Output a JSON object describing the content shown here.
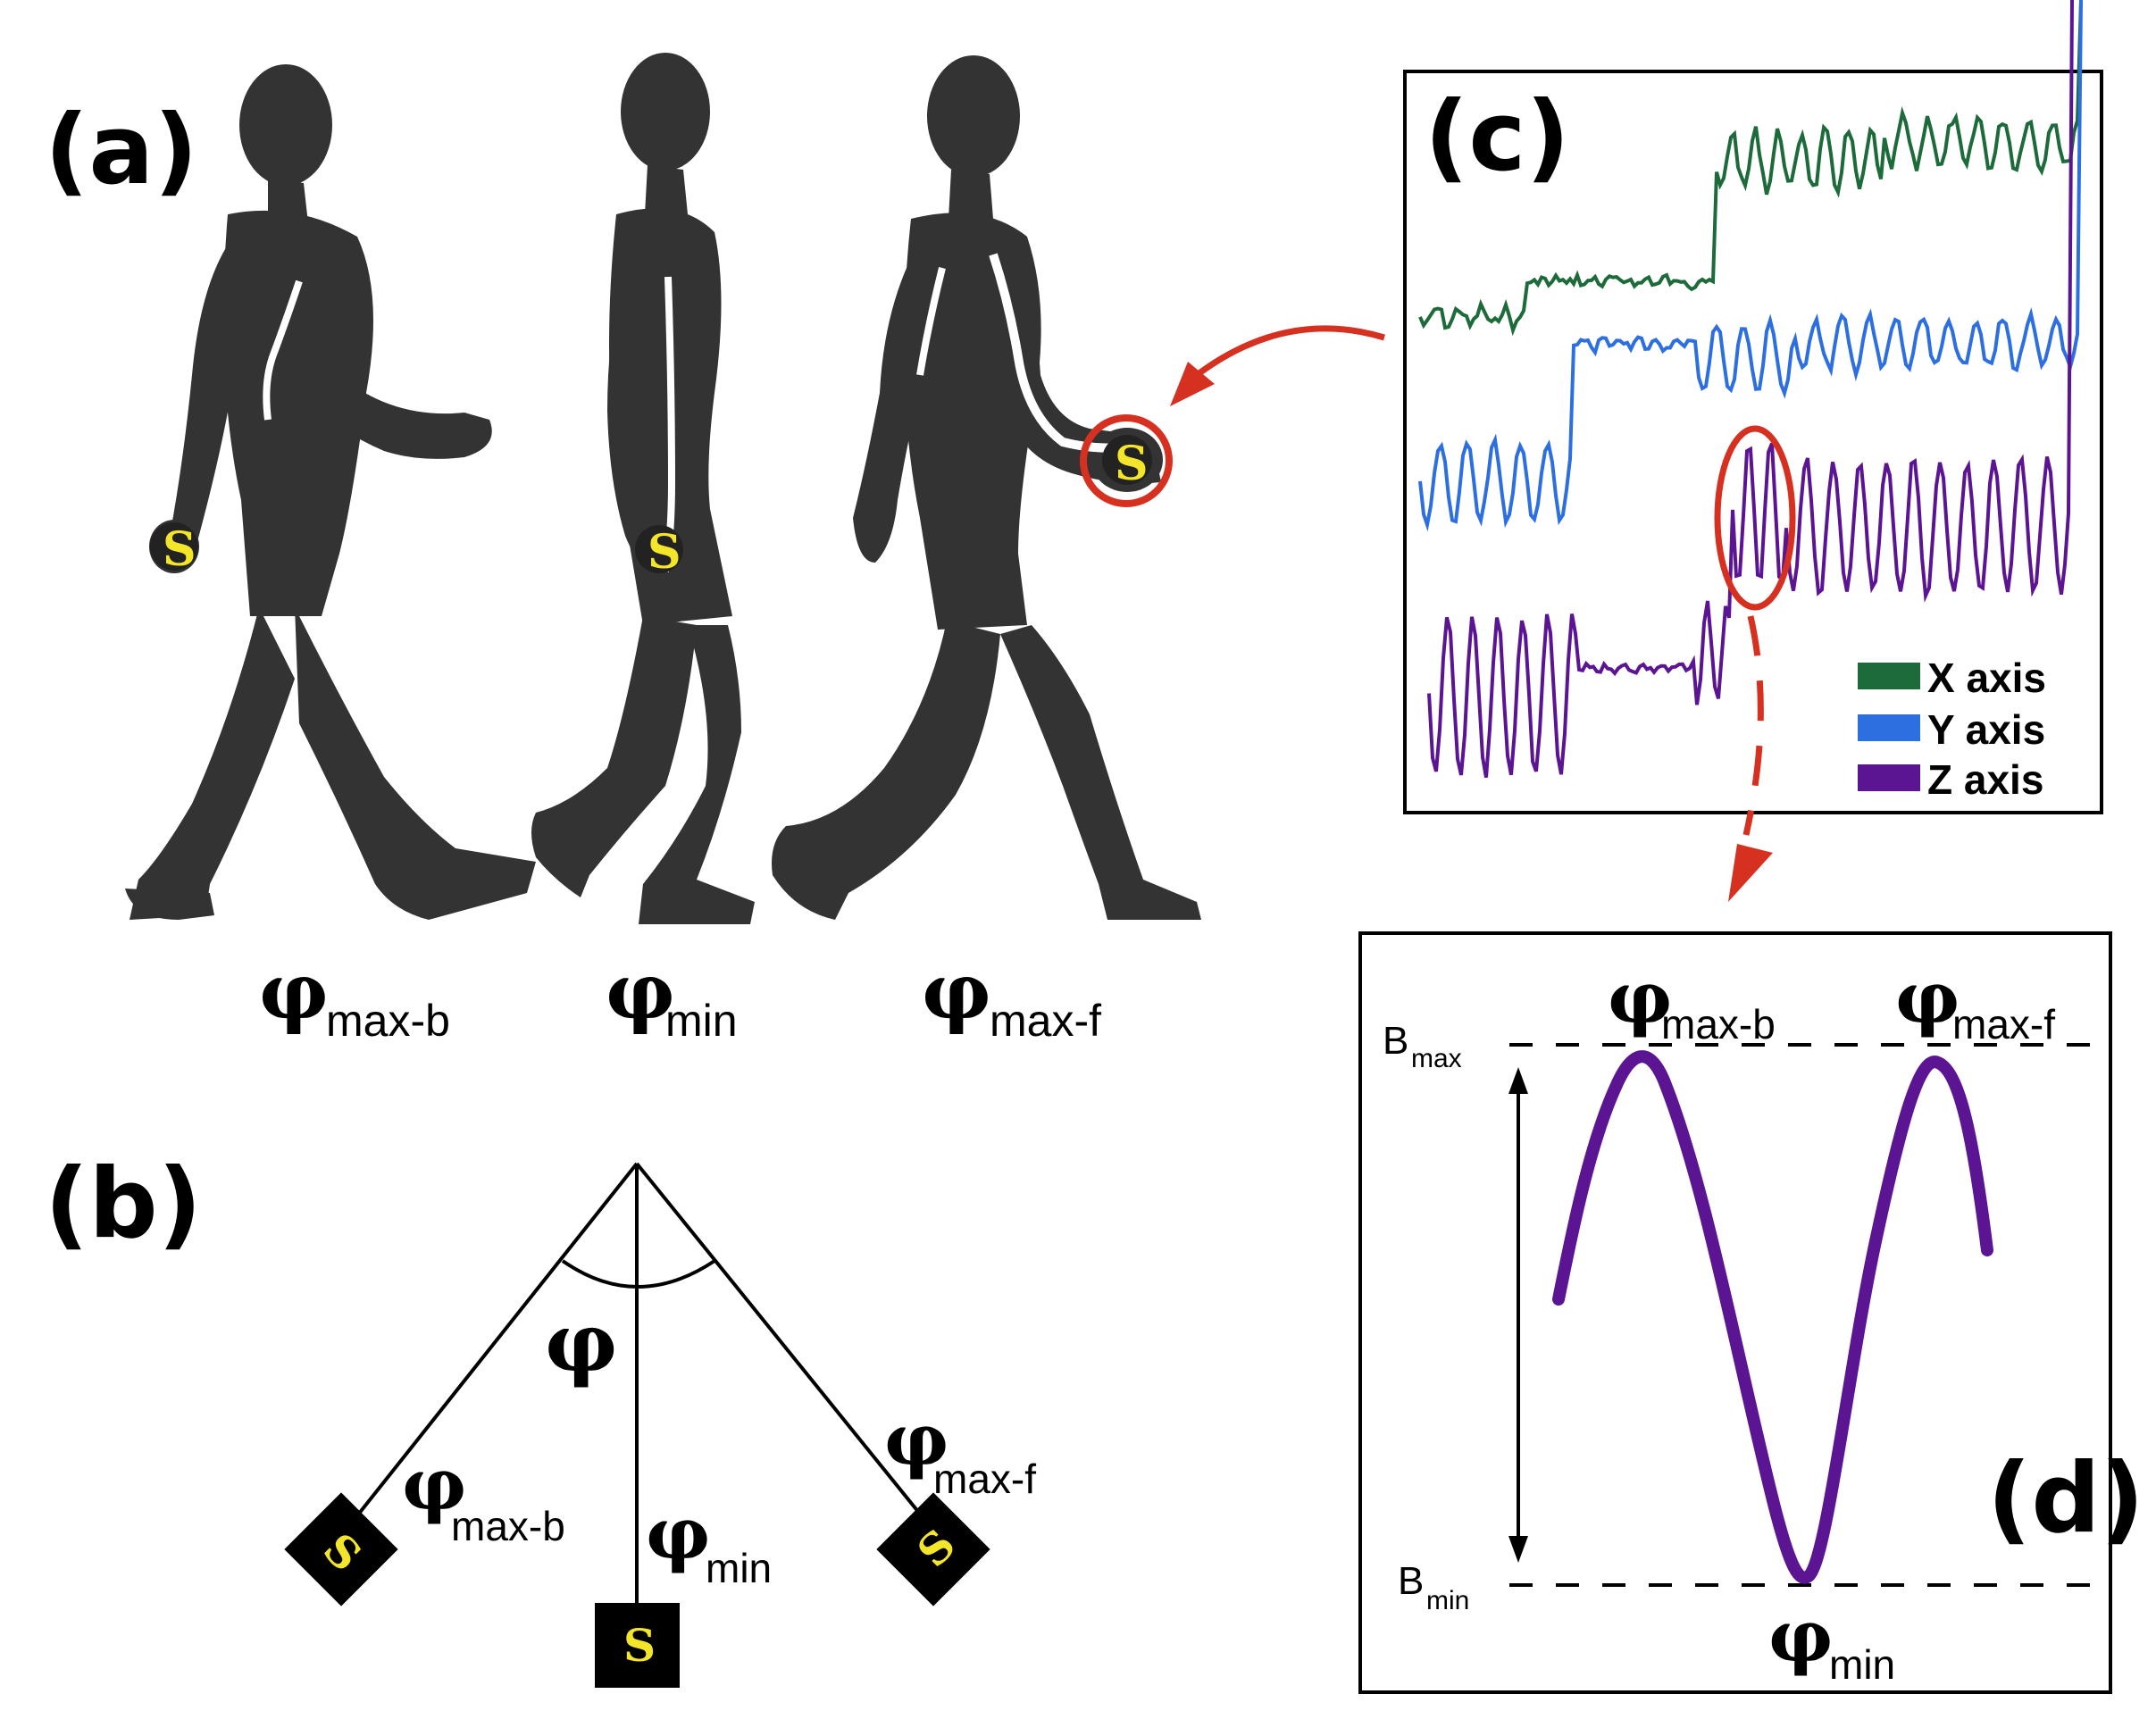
{
  "panels": {
    "a": {
      "label": "(a)"
    },
    "b": {
      "label": "(b)"
    },
    "c": {
      "label": "(c)"
    },
    "d": {
      "label": "(d)"
    }
  },
  "symbols": {
    "phi": "φ",
    "sensor": "S",
    "sub_max_b": "max-b",
    "sub_min": "min",
    "sub_max_f": "max-f"
  },
  "levels": {
    "b_main": "B",
    "b_max_sub": "max",
    "b_min_sub": "min"
  },
  "legend": [
    {
      "label": "X axis",
      "color": "#1d6b3a"
    },
    {
      "label": "Y axis",
      "color": "#2d6fe0"
    },
    {
      "label": "Z axis",
      "color": "#5c1592"
    }
  ],
  "colors": {
    "silhouette": "#333333",
    "highlight": "#d63120",
    "sensor_yellow": "#f2e52a",
    "curve": "#5c1592"
  }
}
